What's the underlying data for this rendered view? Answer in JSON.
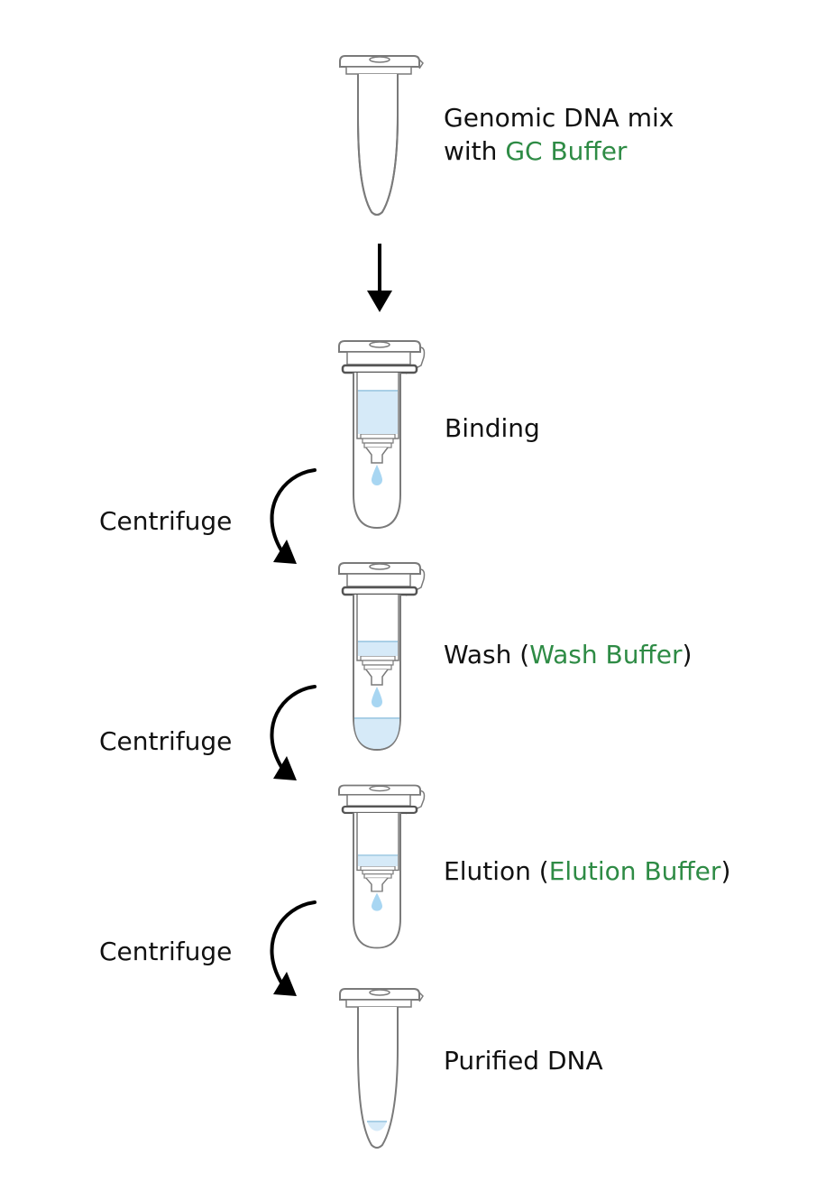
{
  "colors": {
    "outline": "#7a7a7a",
    "liquid": "#d6eaf8",
    "liquid_line": "#a9cfe6",
    "drop": "#a8d6f2",
    "arrow": "#000000",
    "highlight": "#2e8b45",
    "text": "#111111"
  },
  "steps": [
    {
      "line1": "Genomic DNA mix",
      "line2_prefix": "with ",
      "line2_highlight": "GC Buffer"
    },
    {
      "text": "Binding"
    },
    {
      "prefix": "Wash (",
      "highlight": "Wash Buffer",
      "suffix": ")"
    },
    {
      "prefix": "Elution (",
      "highlight": "Elution Buffer",
      "suffix": ")"
    },
    {
      "text": "Purified DNA"
    }
  ],
  "transitions": [
    {
      "label": "Centrifuge"
    },
    {
      "label": "Centrifuge"
    },
    {
      "label": "Centrifuge"
    }
  ],
  "icons": [
    "arrow-down-icon",
    "curved-arrow-icon",
    "microcentrifuge-tube-icon",
    "spin-column-icon"
  ]
}
